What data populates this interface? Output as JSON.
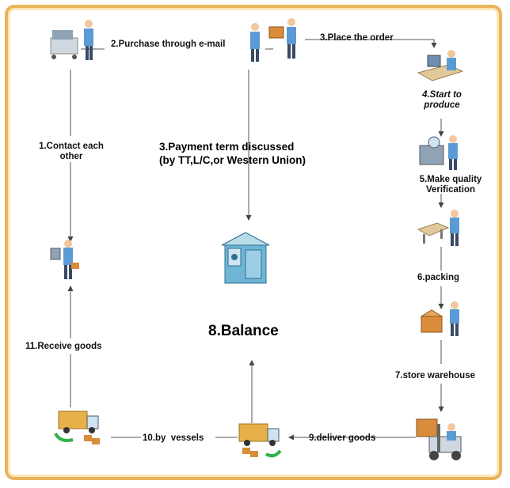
{
  "diagram": {
    "steps": {
      "contact": "1.Contact each other",
      "purchase": "2.Purchase through e-mail",
      "payment_term_line1": "3.Payment term discussed",
      "payment_term_line2": "(by TT,L/C,or Western Union)",
      "place_order": "3.Place the order",
      "start_produce_line1": "4.Start to",
      "start_produce_line2": "produce",
      "quality_line1": "5.Make quality",
      "quality_line2": "Verification",
      "packing": "6.packing",
      "store": "7.store warehouse",
      "balance": "8.Balance",
      "deliver": "9.deliver goods",
      "vessels": "10.by  vessels",
      "receive": "11.Receive goods"
    },
    "colors": {
      "frame": "#e9b35a",
      "person_shirt": "#5b9bd5",
      "box": "#d98c3a",
      "truck": "#e8b04a",
      "arrow_green": "#2db34a",
      "safe": "#6fb6d6"
    }
  }
}
